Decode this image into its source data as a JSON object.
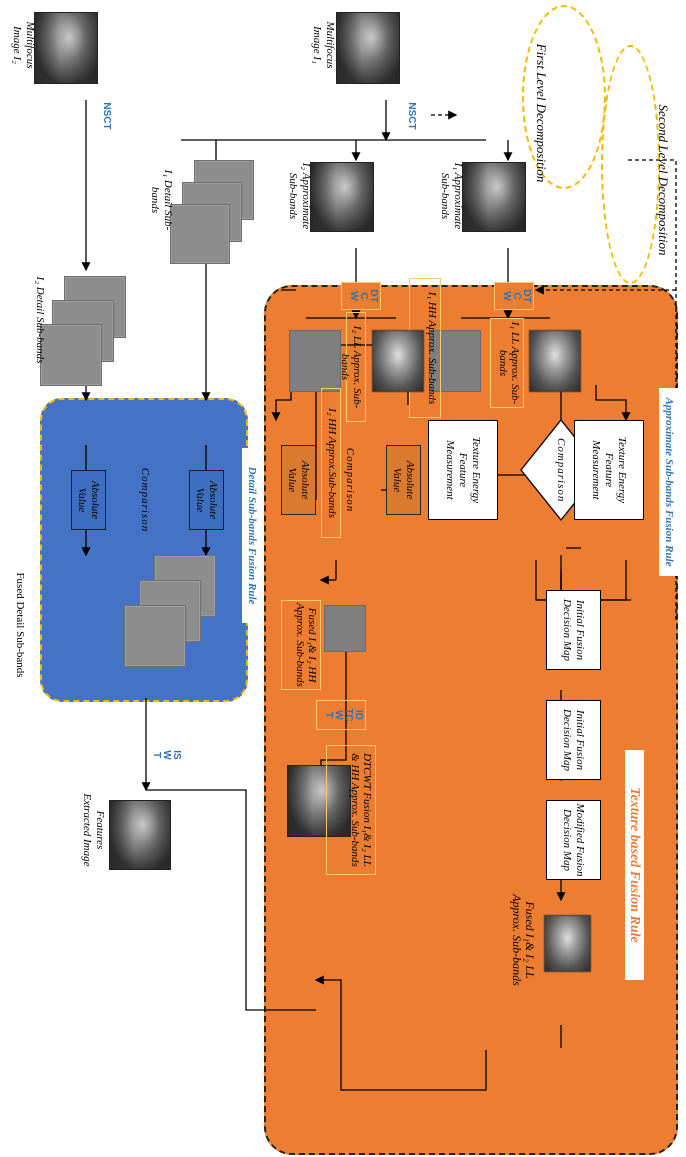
{
  "diagram": {
    "colors": {
      "texture_region": "#ed7d31",
      "detail_region": "#4472c4",
      "dashed_border": "#f5b800",
      "tag_text": "#2e74b5"
    },
    "inputs": {
      "image1": "Multifocus Image I₁",
      "image2": "Multifocus Image I₂",
      "nsct1": "NSCT",
      "nsct2": "NSCT"
    },
    "first_level": "First Level Decomposition",
    "second_level": "Second Level Decomposition",
    "subbands": {
      "i1_approx": "I₁ Approximate Sub-bands",
      "i2_approx": "I₂ Approximate Sub-bands",
      "i1_detail": "I₁ Detail Sub-bands",
      "i2_detail": "I₂ Detail Sub-bands"
    },
    "dtcwt_1": [
      "DT",
      "C",
      "W"
    ],
    "dtcwt_2": [
      "DT",
      "C",
      "W"
    ],
    "texture_region": {
      "title": "Texture based Fusion Rule",
      "approx_rule": "Approximate Sub-bands Fusion Rule",
      "i1_ll": "I₁ LL Approx. Sub-bands",
      "i1_hh": "I₁ HH Approx. Sub-bands",
      "i2_ll": "I₂ LL Approx. Sub-bands",
      "i2_hh": "I₂ HH Approx.Sub-bands",
      "texture_energy_top": "Texture Energy Feature Measurement",
      "texture_energy_bottom": "Texture Energy Feature Measurement",
      "comparison_1": "Comparison",
      "initial_map_1": "Initial Fusion Decision Map",
      "initial_map_2": "Initial Fusion Decision Map",
      "modified_map": "Modified Fusion Decision Map",
      "fused_ll": "Fused I₁& I₂ LL Approx. Sub-bands",
      "abs_value_top": "Absolute Value",
      "abs_value_bottom": "Absolute Value",
      "comparison_2": "Comparison",
      "fused_hh": "Fused I₁& I₂ HH Approx. Sub-bands",
      "idtcwt": [
        "ID",
        "TC",
        "W",
        "T"
      ],
      "dtcwt_fusion": "DTCWT Fusion I₁& I₂ LL & HH Approx. Sub-bands"
    },
    "detail_region": {
      "title": "Detail Sub-bands Fusion Rule",
      "abs_value_top": "Absolute Value",
      "abs_value_bottom": "Absolute Value",
      "comparison": "Comparison",
      "fused_detail": "Fused Detail Sub-bands"
    },
    "iswt": [
      "IS",
      "W",
      "T"
    ],
    "output": "Features Extracted Image"
  }
}
